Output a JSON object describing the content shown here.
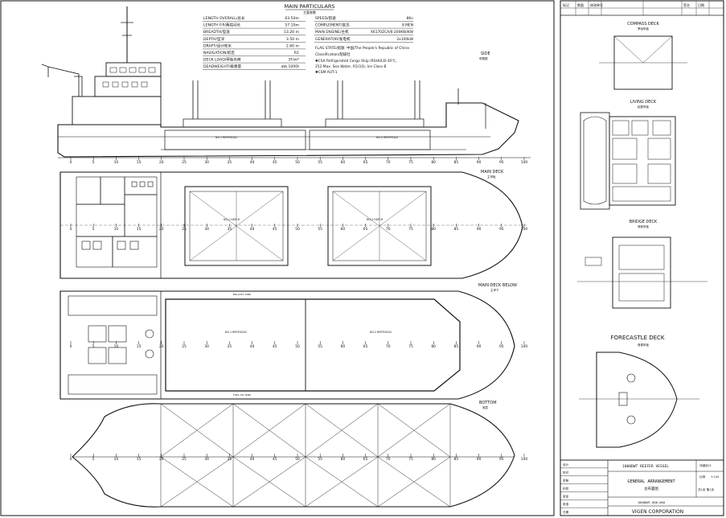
{
  "particulars": {
    "title": "MAIN PARTICULARS",
    "subtitle": "主要参数",
    "rows": [
      {
        "label": "LENGTH OVERALL/总长",
        "value": "63.50m"
      },
      {
        "label": "LENGTH P.P/两柱间长",
        "value": "57.10m"
      },
      {
        "label": "BREADTH/型宽",
        "value": "13.20 m"
      },
      {
        "label": "DEPTH/型深",
        "value": "3.50 m"
      },
      {
        "label": "DRAFT/设计吃水",
        "value": "2.60 m"
      },
      {
        "label": "NAVIGATION/航区",
        "value": "R1"
      },
      {
        "label": "DECK LOAD/甲板负荷",
        "value": "3T/m²"
      },
      {
        "label": "DEADWEIGHT/载重量",
        "value": "abt.1000t"
      }
    ],
    "right_rows": [
      {
        "label": "SPEED/航速",
        "value": "8Kn"
      },
      {
        "label": "COMPLEMENT/定员",
        "value": "8 MEN"
      },
      {
        "label": "MAIN ENGINE/主机",
        "value": "X6170ZCA/6-200KW/KW"
      },
      {
        "label": "GENERATOR/发电机",
        "value": "2x100kW"
      }
    ],
    "flag": "FLAG STATE/船旗: 中国/The People's Republic of China",
    "class_label": "Classification/船级社",
    "class_lines": [
      "✱CSA Refrigerated Cargo Ship (RSHULD-30℃,",
      "252 Max. Sea Water, R1(10), Ice Class B",
      "✱CSM AUT-1"
    ]
  },
  "views": {
    "side": {
      "title": "SIDE",
      "sub": "侧视图"
    },
    "main_deck": {
      "title": "MAIN DECK",
      "sub": "主甲板"
    },
    "main_deck_below": {
      "title": "MAIN DECK BELOW",
      "sub": "主甲下"
    },
    "bottom": {
      "title": "BOTTOM",
      "sub": "底层"
    },
    "compass_deck": {
      "title": "COMPASS DECK",
      "sub": "罗经甲板"
    },
    "living_deck": {
      "title": "LIVING DECK",
      "sub": "起居甲板"
    },
    "bridge_deck": {
      "title": "BRIDGE DECK",
      "sub": "驾驶甲板"
    },
    "forecastle_deck": {
      "title": "FORECASTLE DECK",
      "sub": "首楼甲板"
    }
  },
  "frame_scale": [
    "0",
    "5",
    "10",
    "15",
    "20",
    "25",
    "30",
    "35",
    "40",
    "45",
    "50",
    "55",
    "60",
    "65",
    "70",
    "75",
    "80",
    "85",
    "90",
    "95",
    "100"
  ],
  "hold_labels": {
    "hold1": "NO.1 REEFHOLD",
    "hold2": "NO.2 REEFHOLD",
    "hatch1": "NO.1 HATCH",
    "hatch2": "NO.2 HATCH",
    "ballast": "BALLAST TANK",
    "fuel": "FUEL OIL TANK"
  },
  "title_block": {
    "vessel": "1000DWT REEFER VESSEL",
    "drawing_title": "GENERAL ARRANGEMENT",
    "drawing_title_cn": "总布置图",
    "drawing_no": "1000DWT-000-000",
    "company": "VIGEN CORPORATION",
    "stage": "详细设计",
    "scale_label": "比例",
    "scale": "1:100",
    "sheet_label": "共1页 第1页",
    "rows_left": [
      "设计",
      "校对",
      "审核",
      "标检",
      "审定",
      "批准",
      "日期"
    ],
    "top_revision_headers": [
      "标记",
      "数量",
      "修改单号",
      "签名",
      "日期"
    ]
  },
  "colors": {
    "line": "#111111",
    "paper": "#ffffff",
    "frame": "#222222"
  }
}
